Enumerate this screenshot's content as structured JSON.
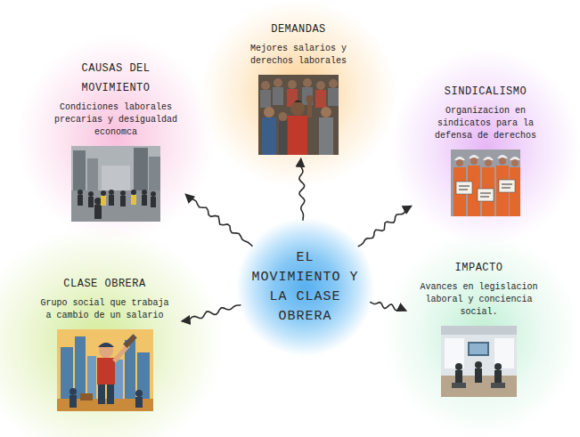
{
  "diagram": {
    "nodes": [
      {
        "text": [
          "CAUSAS DEL MOVIMIENTO",
          "Condiciones laborales precarias y desigualdad economca"
        ]
      },
      {
        "text": [
          "DEMANDAS",
          "Mejores salarios y derechos laborales"
        ]
      },
      {
        "text": [
          "SINDICALISMO",
          "Organizacion en sindicatos para la defensa de derechos"
        ]
      },
      {
        "text": [
          "EL MOVIMIENTO Y LA CLASE OBRERA"
        ]
      },
      {
        "text": [
          "CLASE OBRERA",
          "Grupo social que trabaja a cambio de un salario"
        ]
      },
      {
        "text": [
          "IMPACTO",
          "Avances en legislacion laboral y conciencia social."
        ]
      }
    ],
    "edges": [
      {
        "from": 3,
        "to": 0,
        "arrow": "to"
      },
      {
        "from": 3,
        "to": 1,
        "arrow": "to"
      },
      {
        "from": 3,
        "to": 2,
        "arrow": "to"
      },
      {
        "from": 3,
        "to": 4,
        "arrow": "to"
      },
      {
        "from": 3,
        "to": 5,
        "arrow": "to"
      }
    ]
  }
}
